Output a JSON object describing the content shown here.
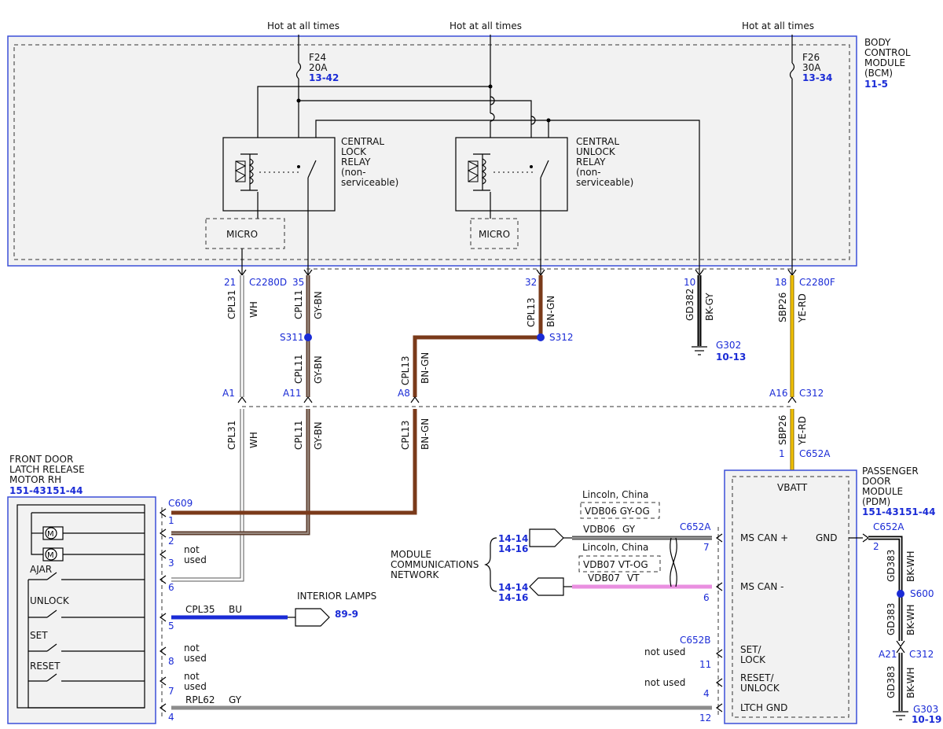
{
  "power": {
    "hot_label": "Hot at all times",
    "f24": {
      "name": "F24",
      "rating": "20A",
      "ref": "13-42"
    },
    "f26": {
      "name": "F26",
      "rating": "30A",
      "ref": "13-34"
    }
  },
  "bcm": {
    "line1": "BODY",
    "line2": "CONTROL",
    "line3": "MODULE",
    "line4": "(BCM)",
    "ref": "11-5"
  },
  "lock_relay": {
    "l1": "CENTRAL",
    "l2": "LOCK",
    "l3": "RELAY",
    "l4": "(non-",
    "l5": "serviceable)"
  },
  "unlock_relay": {
    "l1": "CENTRAL",
    "l2": "UNLOCK",
    "l3": "RELAY",
    "l4": "(non-",
    "l5": "serviceable)"
  },
  "micro": "MICRO",
  "connectors": {
    "c2280d": "C2280D",
    "c2280f": "C2280F",
    "c312": "C312",
    "c652a": "C652A",
    "c652b": "C652B",
    "c609": "C609"
  },
  "pins": {
    "p21": "21",
    "p35": "35",
    "p32": "32",
    "p10": "10",
    "p18": "18",
    "a1": "A1",
    "a11": "A11",
    "a8": "A8",
    "a16": "A16",
    "a21": "A21",
    "p1": "1",
    "p2": "2",
    "p3": "3",
    "p6": "6",
    "p5": "5",
    "p8": "8",
    "p7": "7",
    "p4": "4",
    "r7": "7",
    "r6": "6",
    "r11": "11",
    "r4": "4",
    "r12": "12"
  },
  "wires": {
    "cpl31": "CPL31",
    "wh": "WH",
    "cpl11": "CPL11",
    "gybn": "GY-BN",
    "cpl13": "CPL13",
    "bngn": "BN-GN",
    "gd382": "GD382",
    "bkgy": "BK-GY",
    "sbp26": "SBP26",
    "yerd": "YE-RD",
    "cpl35": "CPL35",
    "bu": "BU",
    "rpl62": "RPL62",
    "gy": "GY",
    "vdb06": "VDB06",
    "vdb06c": "GY",
    "vdb06box": "VDB06  GY-OG",
    "vdb07": "VDB07",
    "vdb07c": "VT",
    "vdb07box": "VDB07  VT-OG",
    "gd383": "GD383",
    "bkwh": "BK-WH"
  },
  "splices": {
    "s311": "S311",
    "s312": "S312",
    "s600": "S600"
  },
  "grounds": {
    "g302": "G302",
    "g302ref": "10-13",
    "g303": "G303",
    "g303ref": "10-19"
  },
  "latch": {
    "l1": "FRONT DOOR",
    "l2": "LATCH RELEASE",
    "l3": "MOTOR RH",
    "ref": "151-43151-44",
    "ajar": "AJAR",
    "unlock": "UNLOCK",
    "set": "SET",
    "reset": "RESET"
  },
  "notes": {
    "not": "not",
    "used": "used",
    "not_used": "not used",
    "lincoln": "Lincoln, China"
  },
  "interior": {
    "label": "INTERIOR LAMPS",
    "ref": "89-9"
  },
  "network": {
    "l1": "MODULE",
    "l2": "COMMUNICATIONS",
    "l3": "NETWORK",
    "ref_a": "14-14",
    "ref_b": "14-16"
  },
  "pdm": {
    "l1": "PASSENGER",
    "l2": "DOOR",
    "l3": "MODULE",
    "l4": "(PDM)",
    "ref": "151-43151-44",
    "vbatt": "VBATT",
    "mscanp": "MS CAN +",
    "mscanm": "MS CAN -",
    "gnd": "GND",
    "set1": "SET/",
    "set2": "LOCK",
    "reset1": "RESET/",
    "reset2": "UNLOCK",
    "ltch": "LTCH GND"
  },
  "colors": {
    "brown": "#7a3a1a",
    "gybn": "#8a6a5a",
    "yellow": "#e8b400",
    "blue": "#1a2bd6",
    "gray": "#8c8c8c",
    "pink": "#e98fe0",
    "black": "#000000",
    "white": "#ffffff"
  }
}
